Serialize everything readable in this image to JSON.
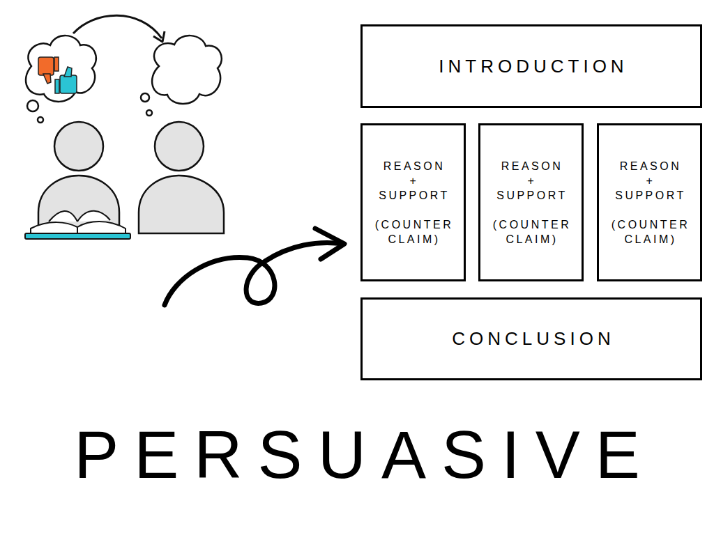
{
  "diagram": {
    "title": "PERSUASIVE",
    "nodes": [
      {
        "text": [
          "INTRODUCTION"
        ]
      },
      {
        "text": [
          "REASON + SUPPORT",
          "(COUNTER CLAIM)"
        ]
      },
      {
        "text": [
          "REASON + SUPPORT",
          "(COUNTER CLAIM)"
        ]
      },
      {
        "text": [
          "REASON + SUPPORT",
          "(COUNTER CLAIM)"
        ]
      },
      {
        "text": [
          "CONCLUSION"
        ]
      }
    ]
  }
}
